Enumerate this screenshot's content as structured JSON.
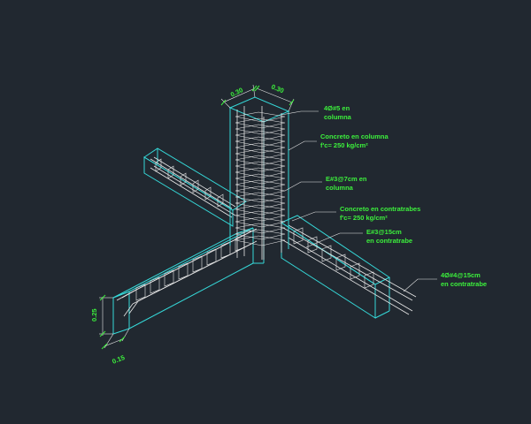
{
  "colors": {
    "background": "#212830",
    "concrete_outline": "#35d8d8",
    "rebar": "#e8e8e8",
    "annotation_text": "#3cf03c"
  },
  "dimensions": {
    "column_width_a": "0.30",
    "column_width_b": "0.30",
    "beam_height": "0.25",
    "beam_width": "0.15"
  },
  "notes": [
    {
      "line1": "4Ø#5  en",
      "line2": "columna"
    },
    {
      "line1": "Concreto en columna",
      "line2": "f'c= 250 kg/cm²"
    },
    {
      "line1": "E#3@7cm  en",
      "line2": "columna"
    },
    {
      "line1": "Concreto en contratrabes",
      "line2": "f'c= 250 kg/cm²"
    },
    {
      "line1": "E#3@15cm",
      "line2": "en contratrabe"
    },
    {
      "line1": "4Ø#4@15cm",
      "line2": "en contratrabe"
    }
  ]
}
